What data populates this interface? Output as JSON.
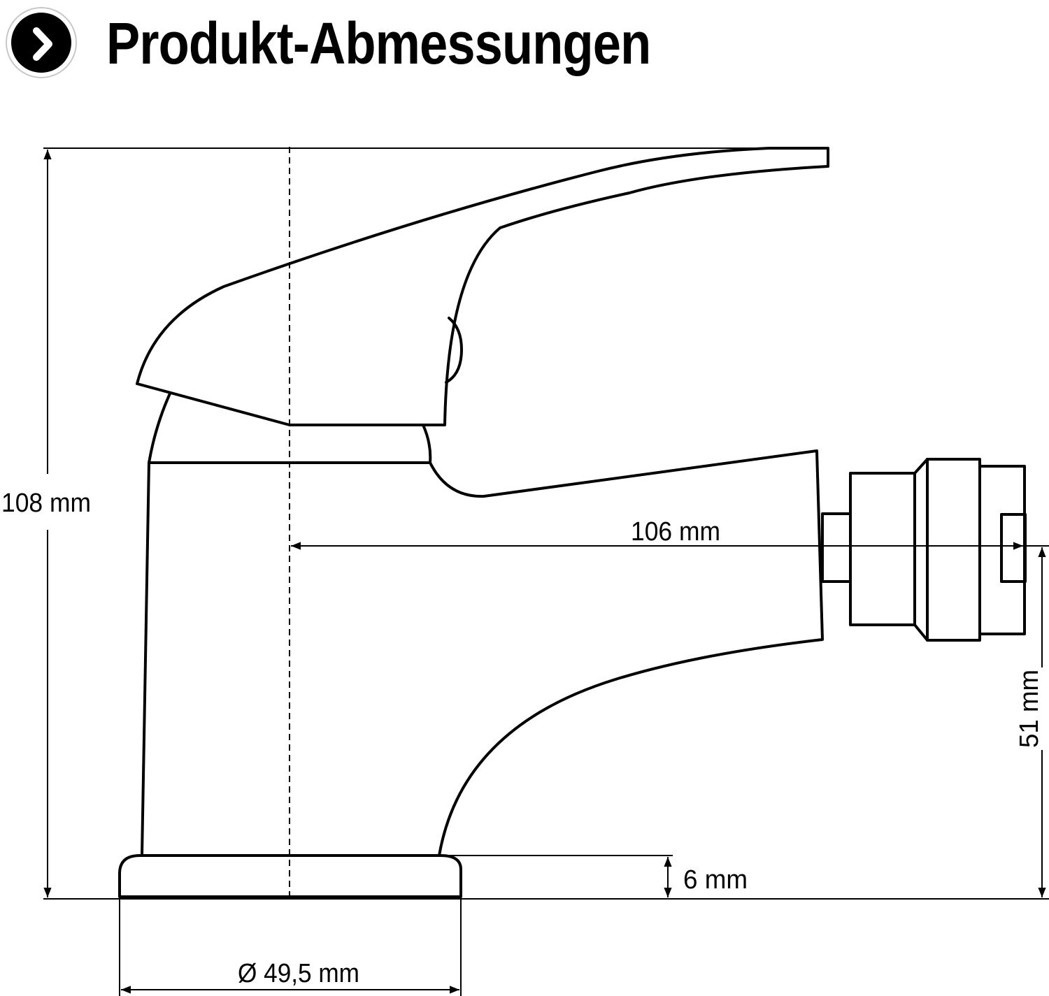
{
  "header": {
    "title": "Produkt-Abmessungen",
    "nav_icon": "chevron-right-icon"
  },
  "dimensions": {
    "height_total": "108 mm",
    "spout_reach": "106 mm",
    "spout_height": "51 mm",
    "base_height": "6 mm",
    "base_diameter": "Ø 49,5 mm"
  },
  "colors": {
    "line": "#000000",
    "background": "#ffffff"
  }
}
